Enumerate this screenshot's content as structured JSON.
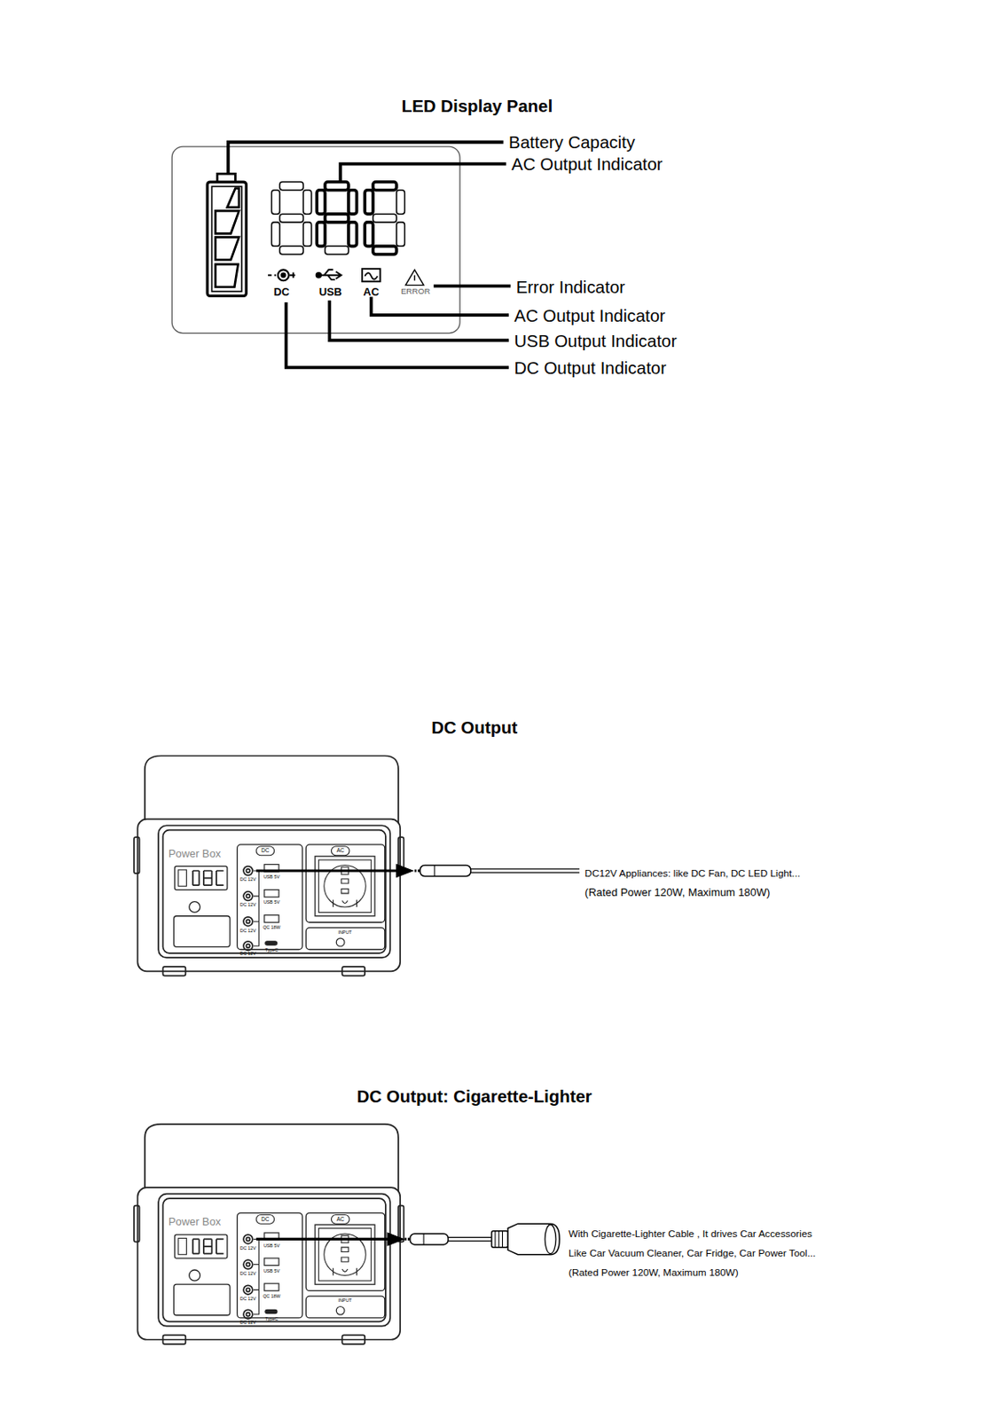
{
  "diagram": {
    "labels": [
      "LED Display Panel",
      "Battery Capacity",
      "AC Output Indicator",
      "DC",
      "USB",
      "AC",
      "ERROR",
      "Error Indicator",
      "AC Output Indicator",
      "USB Output Indicator",
      "DC Output Indicator",
      "DC Output",
      "Power Box",
      "DC",
      "AC",
      "DC 12V",
      "DC 12V",
      "DC 12V",
      "DC 12V",
      "USB 5V",
      "USB 5V",
      "QC 18W",
      "TypeC",
      "INPUT",
      "DC12V Appliances: like DC Fan, DC LED Light...",
      "(Rated Power 120W, Maximum 180W)",
      "DC Output: Cigarette-Lighter",
      "Power Box",
      "DC",
      "AC",
      "DC 12V",
      "DC 12V",
      "DC 12V",
      "DC 12V",
      "USB 5V",
      "USB 5V",
      "QC 18W",
      "TypeC",
      "INPUT",
      "With Cigarette-Lighter Cable , It drives Car Accessories",
      "Like Car Vacuum Cleaner, Car Fridge, Car Power Tool...",
      "(Rated Power 120W, Maximum 180W)"
    ]
  }
}
